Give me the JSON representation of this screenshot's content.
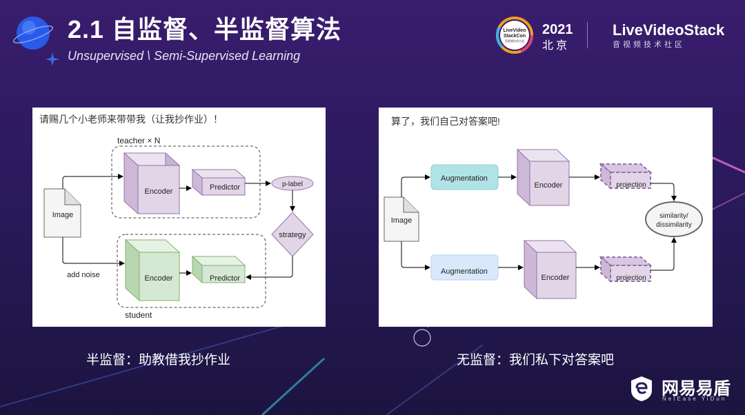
{
  "header": {
    "title": "2.1 自监督、半监督算法",
    "subtitle": "Unsupervised \\ Semi-Supervised Learning"
  },
  "conference": {
    "logo_text_1": "LiveVideo",
    "logo_text_2": "StackCon",
    "logo_text_3": "音视频技术大会",
    "year": "2021",
    "city": "北京",
    "brand": "LiveVideoStack",
    "brand_sub": "音视频技术社区"
  },
  "left_diagram": {
    "heading": "请赐几个小老师来带带我（让我抄作业）！",
    "teacher_label": "teacher × N",
    "student_label": "student",
    "image_label": "Image",
    "noise_label": "add noise",
    "teacher_encoder": "Encoder",
    "teacher_predictor": "Predictor",
    "plabel": "p-label",
    "strategy": "strategy",
    "student_encoder": "Encoder",
    "student_predictor": "Predictor",
    "caption": "半监督：助教借我抄作业"
  },
  "right_diagram": {
    "heading": "算了，我们自己对答案吧!",
    "image_label": "Image",
    "aug_top": "Augmentation",
    "aug_bottom": "Augmentation",
    "enc_top": "Encoder",
    "enc_bottom": "Encoder",
    "proj_top": "projection",
    "proj_bottom": "projection",
    "similarity_1": "similarity/",
    "similarity_2": "dissimilarity",
    "caption": "无监督：我们私下对答案吧"
  },
  "footer": {
    "brand": "网易易盾",
    "brand_sub": "NetEase YiDun"
  },
  "colors": {
    "background": "#2a1a5c",
    "encoder_purple": "#e1d5e7",
    "encoder_green": "#d5e8d4",
    "augment_teal": "#b0e3e6",
    "augment_blue": "#dae8fc"
  }
}
